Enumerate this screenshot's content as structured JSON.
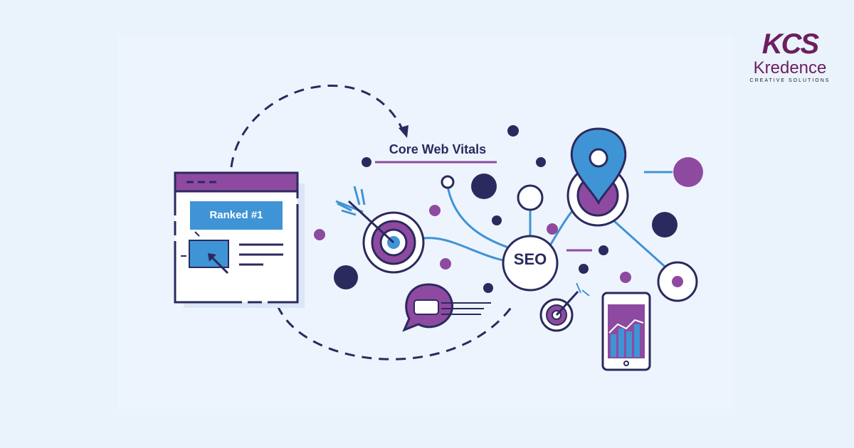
{
  "brand": {
    "mark": "KCS",
    "name": "Kredence",
    "tagline": "CREATIVE SOLUTIONS"
  },
  "illustration": {
    "heading": "Core Web Vitals",
    "badge": "Ranked #1",
    "hub": "SEO"
  },
  "colors": {
    "navy": "#2b2a5e",
    "purple": "#8e4aa0",
    "blue": "#3f94d6",
    "background": "#eaf2fc"
  }
}
